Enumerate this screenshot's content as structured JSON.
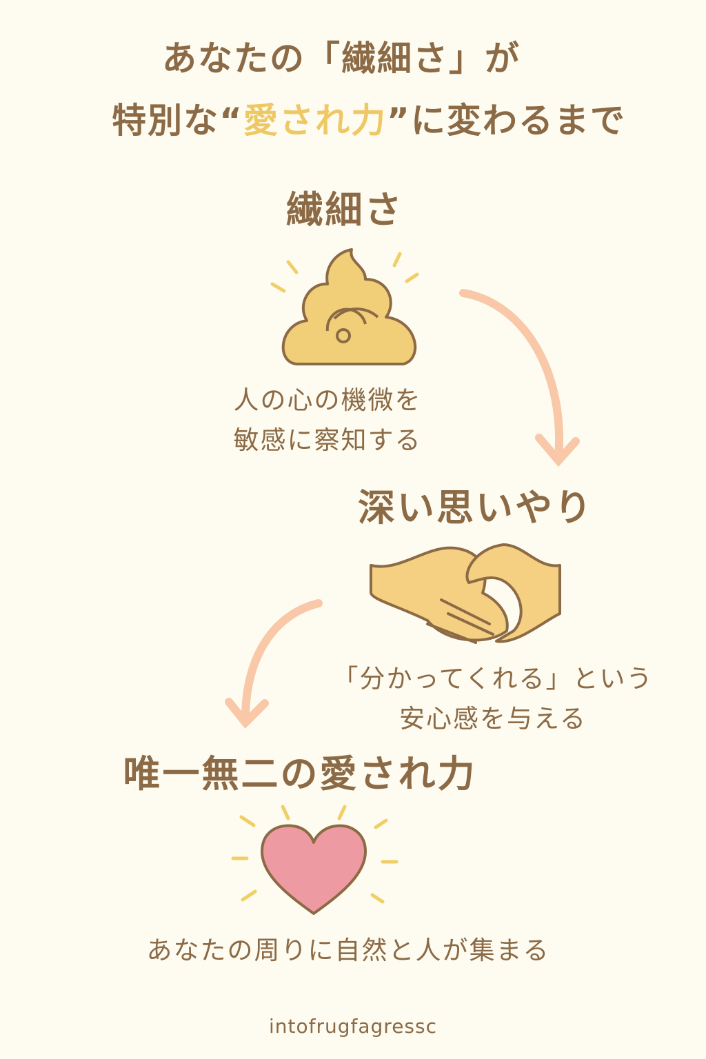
{
  "title": {
    "line1": "あなたの「繊細さ」が",
    "line2_prefix": "特別な“",
    "line2_highlight": "愛され力",
    "line2_suffix": "”に変わるまで"
  },
  "steps": [
    {
      "heading": "繊細さ",
      "icon": "swirl-blob-icon",
      "desc": [
        "人の心の機微を",
        "敏感に察知する"
      ]
    },
    {
      "heading": "深い思いやり",
      "icon": "handshake-icon",
      "desc": [
        "「分かってくれる」という",
        "安心感を与える"
      ]
    },
    {
      "heading": "唯一無二の愛され力",
      "icon": "heart-icon",
      "desc": [
        "あなたの周りに自然と人が集まる"
      ]
    }
  ],
  "footer": "intofrugfagressc",
  "colors": {
    "background": "#fefcf1",
    "text": "#8b6a45",
    "highlight": "#efc866",
    "arrow": "#f8c8a8",
    "heart": "#ee9aa2"
  }
}
